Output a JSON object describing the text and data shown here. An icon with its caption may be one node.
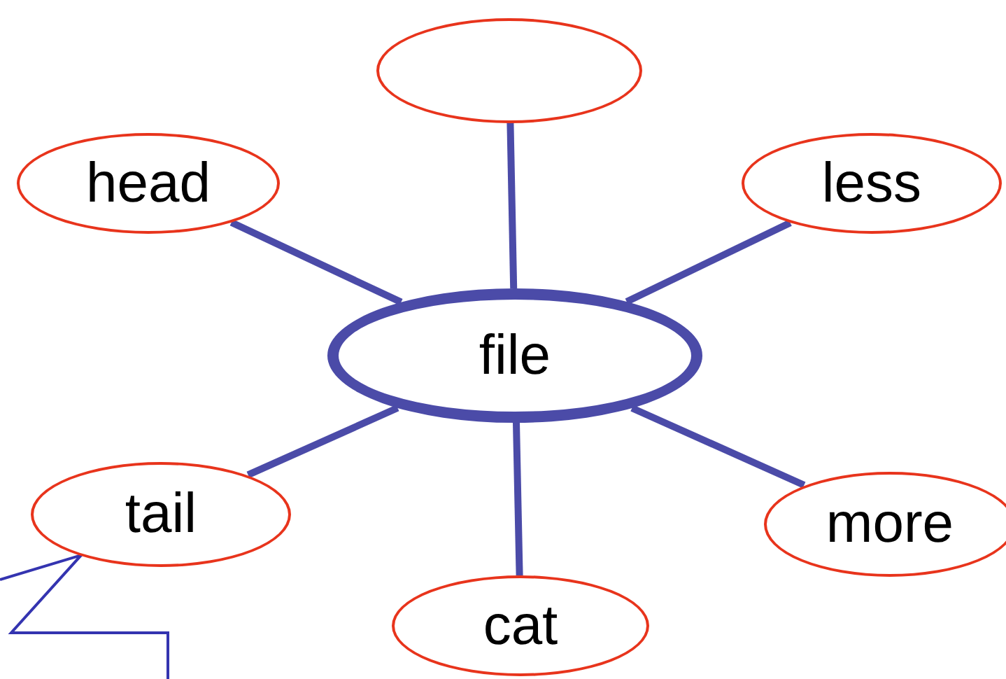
{
  "diagram": {
    "nodes": [
      {
        "text": [],
        "shape": "ellipse"
      },
      {
        "text": [
          "head"
        ]
      },
      {
        "text": [
          "less"
        ]
      },
      {
        "text": [
          "file"
        ]
      },
      {
        "text": [
          "tail"
        ]
      },
      {
        "text": [
          "more"
        ]
      },
      {
        "text": [
          "cat"
        ]
      }
    ],
    "edges": [
      {
        "from": 3,
        "to": 0,
        "arrow": "none"
      },
      {
        "from": 3,
        "to": 1,
        "arrow": "none"
      },
      {
        "from": 3,
        "to": 2,
        "arrow": "none"
      },
      {
        "from": 3,
        "to": 4,
        "arrow": "none"
      },
      {
        "from": 3,
        "to": 5,
        "arrow": "none"
      },
      {
        "from": 3,
        "to": 6,
        "arrow": "none"
      },
      {
        "from": null,
        "to": 4,
        "arrow": "none",
        "color": "#3434b0"
      }
    ]
  }
}
